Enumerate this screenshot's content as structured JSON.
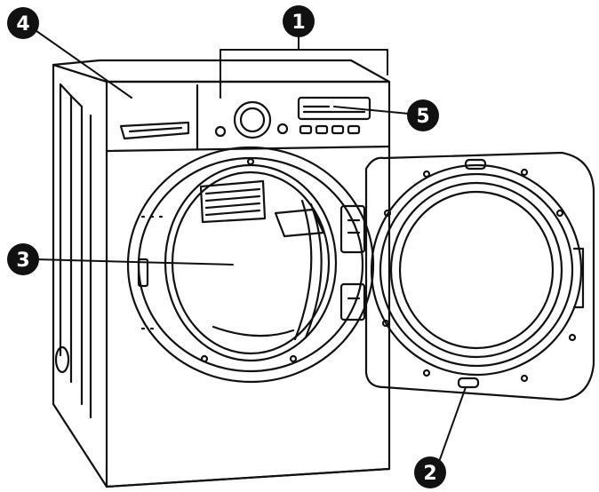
{
  "diagram": {
    "callouts": [
      {
        "id": "1",
        "label": "1"
      },
      {
        "id": "2",
        "label": "2"
      },
      {
        "id": "3",
        "label": "3"
      },
      {
        "id": "4",
        "label": "4"
      },
      {
        "id": "5",
        "label": "5"
      }
    ]
  },
  "colors": {
    "line": "#111111",
    "fill": "#ffffff",
    "callout_bg": "#111111",
    "callout_text": "#ffffff"
  }
}
